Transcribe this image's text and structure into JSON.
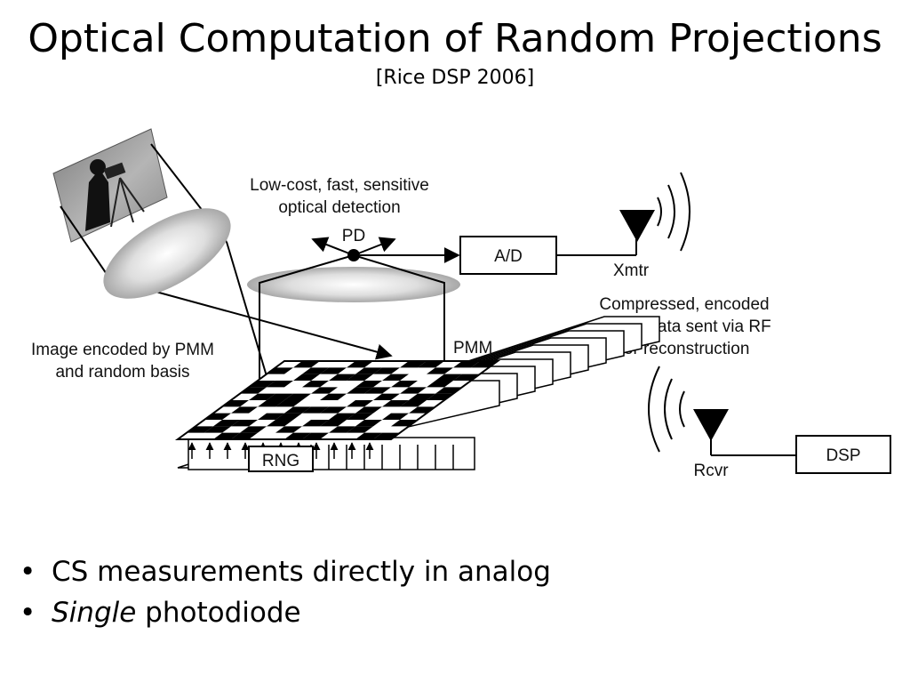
{
  "slide": {
    "title": "Optical Computation of Random Projections",
    "subtitle": "[Rice DSP 2006]"
  },
  "diagram": {
    "detection_note": [
      "Low-cost, fast, sensitive",
      "optical detection"
    ],
    "pd_label": "PD",
    "ad_label": "A/D",
    "xmtr_label": "Xmtr",
    "rf_note": [
      "Compressed, encoded",
      "image data sent via RF",
      "for reconstruction"
    ],
    "encoding_note": [
      "Image encoded by PMM",
      "and random basis"
    ],
    "pmm_label": "PMM",
    "rng_label": "RNG",
    "rcvr_label": "Rcvr",
    "dsp_label": "DSP"
  },
  "bullets": {
    "marker": "•",
    "item1": "CS measurements directly in analog",
    "item2_em": "Single",
    "item2_rest": " photodiode"
  }
}
